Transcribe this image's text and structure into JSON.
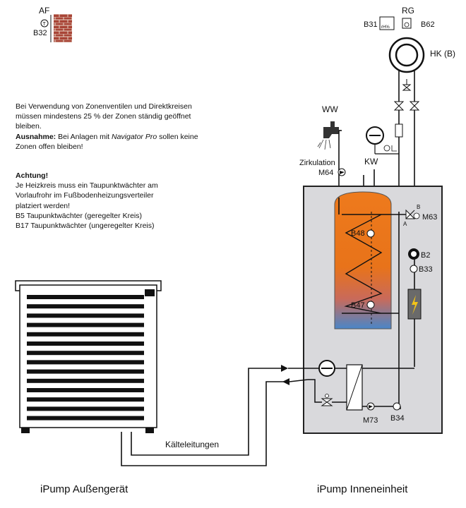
{
  "labels": {
    "af": "AF",
    "b32": "B32",
    "rg": "RG",
    "b31": "B31",
    "b62": "B62",
    "hk": "HK (B)",
    "ww": "WW",
    "kw": "KW",
    "zirkulation": "Zirkulation",
    "m64": "M64",
    "b48": "B48",
    "b47": "B47",
    "m63": "M63",
    "b2": "B2",
    "b33": "B33",
    "m73": "M73",
    "b34": "B34",
    "port_b": "B",
    "port_a": "A",
    "kaelteleitungen": "Kälteleitungen",
    "rh_percent": "rH%"
  },
  "notes": {
    "zone_line1": "Bei Verwendung von Zonenventilen und Direktkreisen",
    "zone_line2": "müssen mindestens 25 % der Zonen ständig geöffnet",
    "zone_line3": "bleiben.",
    "ausnahme_label": "Ausnahme:",
    "ausnahme_text1": " Bei Anlagen mit ",
    "ausnahme_product": "Navigator Pro",
    "ausnahme_text2": " sollen keine",
    "ausnahme_line2": "Zonen offen bleiben!",
    "achtung": "Achtung!",
    "achtung_line1": "Je Heizkreis muss ein Taupunktwächter am",
    "achtung_line2": "Vorlaufrohr im Fußbodenheizungsverteiler",
    "achtung_line3": "platziert werden!",
    "b5_line": "B5 Taupunktwächter (geregelter Kreis)",
    "b17_line": "B17 Taupunktwächter (ungeregelter Kreis)"
  },
  "captions": {
    "outdoor": "iPump Außengerät",
    "indoor": "iPump Inneneinheit"
  },
  "colors": {
    "tank_top": "#e8731a",
    "tank_bottom": "#4a86c8",
    "indoor_box": "#d9d9dc",
    "brick": "#a84436",
    "heater": "#6a6a6a"
  }
}
